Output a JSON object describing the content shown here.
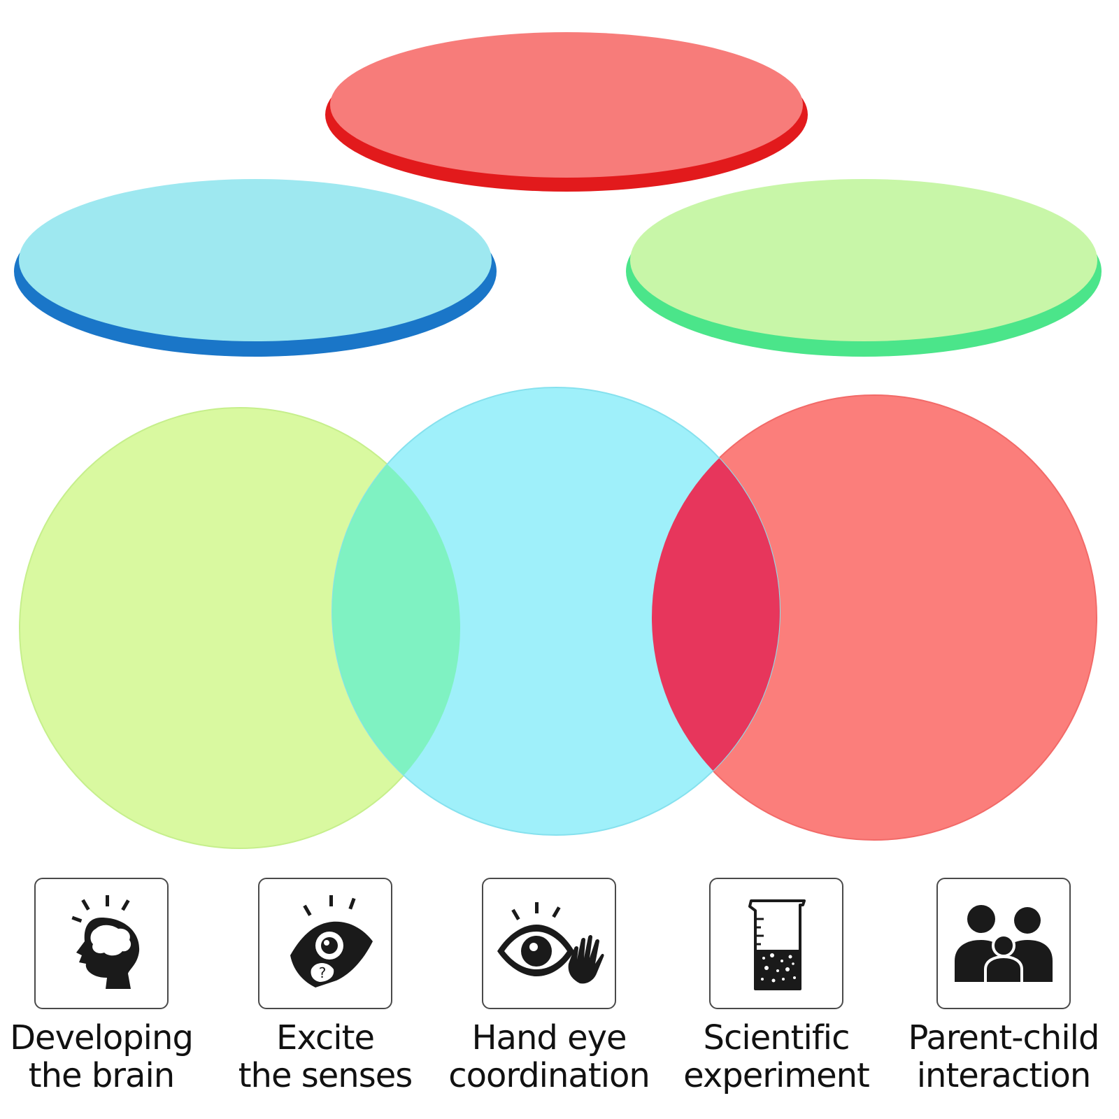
{
  "colors": {
    "red_disc": "#f77c7a",
    "red_rim": "#e21a1c",
    "blue_disc": "#9ee8f0",
    "blue_rim": "#1a76c8",
    "green_disc": "#c8f6a8",
    "green_rim": "#4be58a",
    "lime_disc": "#d9f9a0",
    "cyan_disc": "#9ff0fa",
    "salmon_disc": "#fb7e7b",
    "overlap_green_cyan": "#7ff2c2",
    "overlap_cyan_red": "#e7365c",
    "icon": "#1a1a1a"
  },
  "features": [
    {
      "icon": "brain-icon",
      "line1": "Developing",
      "line2": "the brain"
    },
    {
      "icon": "eye-head-icon",
      "line1": "Excite",
      "line2": "the senses"
    },
    {
      "icon": "eye-hand-icon",
      "line1": "Hand eye",
      "line2": "coordination"
    },
    {
      "icon": "beaker-icon",
      "line1": "Scientific",
      "line2": "experiment"
    },
    {
      "icon": "family-icon",
      "line1": "Parent-child",
      "line2": "interaction"
    }
  ]
}
